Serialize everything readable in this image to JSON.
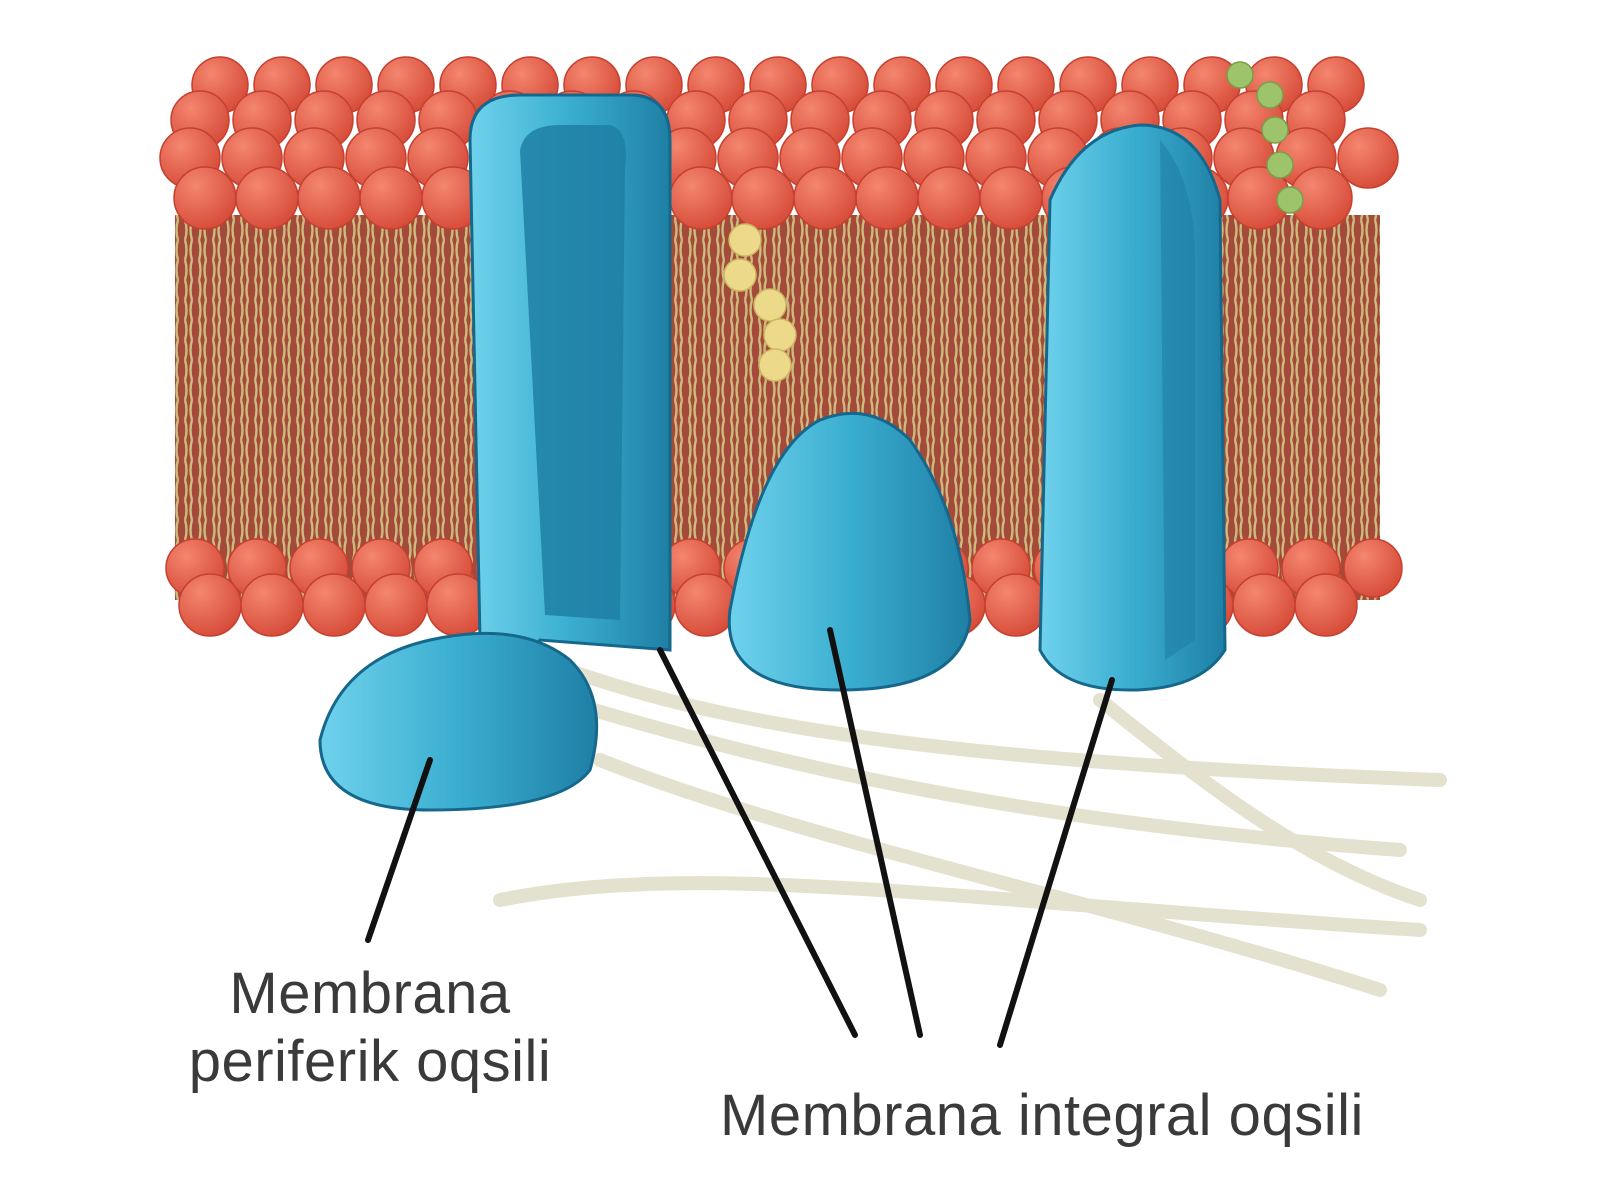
{
  "labels": {
    "peripheral_line1": "Membrana",
    "peripheral_line2": "periferik oqsili",
    "integral": "Membrana integral oqsili"
  },
  "colors": {
    "lipid_head": "#e8604e",
    "lipid_head_stroke": "#c5402f",
    "lipid_tail": "#b9a46a",
    "tail_fill": "#a44a3a",
    "protein": "#3aaed0",
    "protein_light": "#6fd2ec",
    "protein_dark": "#1f7fa5",
    "protein_stroke": "#15688b",
    "cholesterol": "#ecd98a",
    "glycolipid": "#9dc46a",
    "fiber": "#e4e1cf",
    "leader_line": "#111111",
    "text": "#3a3a3a"
  }
}
